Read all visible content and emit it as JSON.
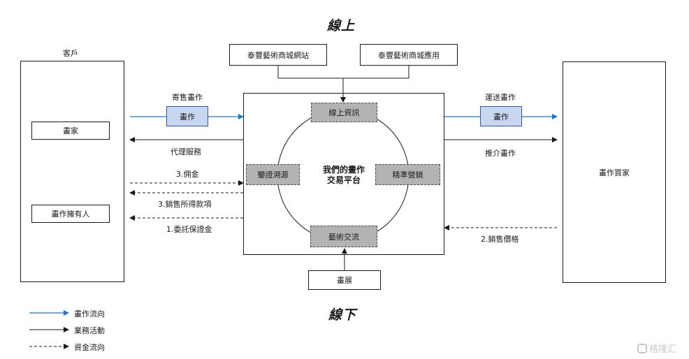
{
  "titles": {
    "online": "線上",
    "offline": "線下"
  },
  "customer": {
    "caption": "客戶",
    "painter": "畫家",
    "owner": "畫作擁有人"
  },
  "buyer": {
    "label": "畫作買家"
  },
  "top_sources": {
    "website": "泰豐藝術商城網站",
    "app": "泰豐藝術商城應用"
  },
  "bottom_source": "畫展",
  "platform": {
    "center_line1": "我們的畫作",
    "center_line2": "交易平台",
    "online_info": "線上資訊",
    "authentication": "鑒證溯源",
    "marketing": "精準營銷",
    "art_exchange": "藝術交流"
  },
  "left_flows": {
    "consign_label": "寄售畫作",
    "painting_box": "畫作",
    "agency_service": "代理服務",
    "commission": "3.佣金",
    "sales_proceeds": "3.銷售所得款項",
    "deposit": "1.委託保證金"
  },
  "right_flows": {
    "deliver_label": "運送畫作",
    "painting_box": "畫作",
    "recommend": "推介畫作",
    "sale_price": "2.銷售價格"
  },
  "legend": {
    "painting_flow": "畫作流向",
    "business": "業務活動",
    "capital_flow": "資金流向"
  },
  "colors": {
    "painting_flow": "#1f77c8",
    "business": "#1a1a1a",
    "grey_box": "#b3b3b3",
    "blue_box": "#c9d7ee"
  },
  "watermark": "格隆汇"
}
